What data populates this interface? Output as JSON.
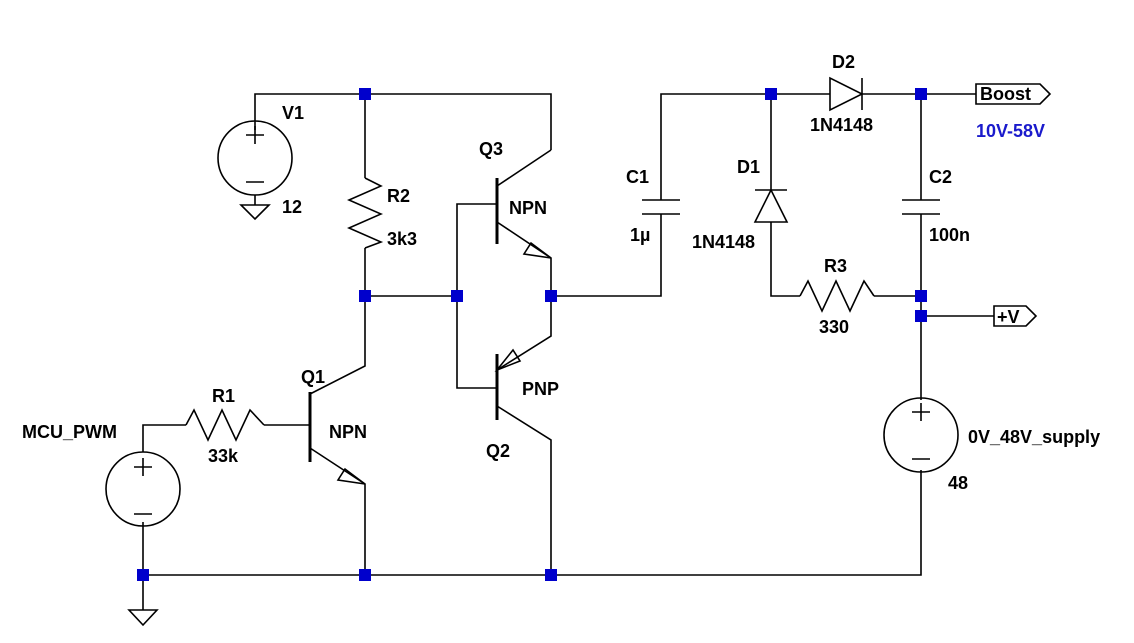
{
  "components": {
    "v1": {
      "name": "V1",
      "value": "12"
    },
    "r1": {
      "name": "R1",
      "value": "33k"
    },
    "r2": {
      "name": "R2",
      "value": "3k3"
    },
    "r3": {
      "name": "R3",
      "value": "330"
    },
    "c1": {
      "name": "C1",
      "value": "1µ"
    },
    "c2": {
      "name": "C2",
      "value": "100n"
    },
    "d1": {
      "name": "D1",
      "value": "1N4148"
    },
    "d2": {
      "name": "D2",
      "value": "1N4148"
    },
    "q1": {
      "name": "Q1",
      "type": "NPN"
    },
    "q2": {
      "name": "Q2",
      "type": "PNP"
    },
    "q3": {
      "name": "Q3",
      "type": "NPN"
    },
    "pwm": {
      "name": "MCU_PWM"
    },
    "supply": {
      "name": "0V_48V_supply",
      "value": "48"
    }
  },
  "net_labels": {
    "boost": "Boost",
    "boost_range": "10V-58V",
    "vplus": "+V"
  },
  "colors": {
    "wire": "#000000",
    "junction": "#0000cc",
    "annotation": "#1a1acc"
  }
}
